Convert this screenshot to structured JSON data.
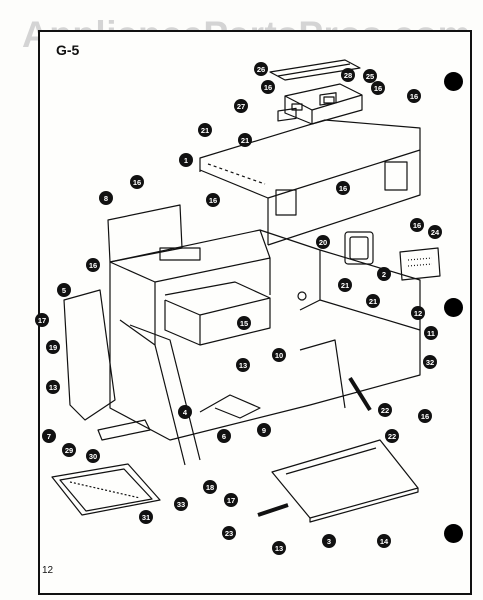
{
  "watermark": "AppliancePartsPros.com",
  "figure_label": "G-5",
  "page_number": "12",
  "callouts": [
    "1",
    "2",
    "3",
    "4",
    "5",
    "6",
    "7",
    "8",
    "9",
    "10",
    "11",
    "12",
    "13",
    "14",
    "15",
    "16",
    "17",
    "18",
    "19",
    "20",
    "21",
    "22",
    "23",
    "24",
    "25",
    "26",
    "27",
    "28",
    "29",
    "30",
    "31",
    "32",
    "33"
  ]
}
